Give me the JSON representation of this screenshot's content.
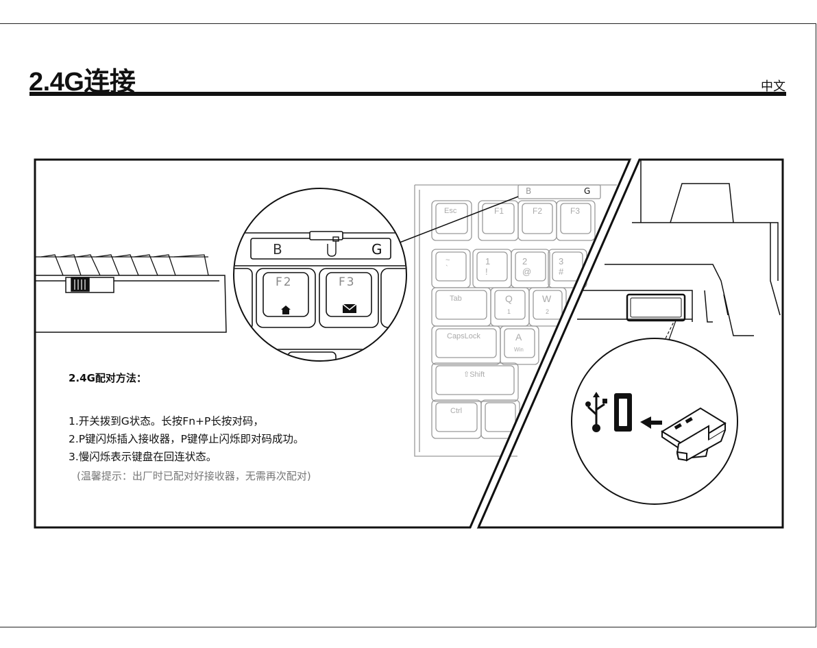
{
  "header": {
    "title": "2.4G连接",
    "language_label": "中文"
  },
  "instructions": {
    "heading": "2.4G配对方法：",
    "steps": [
      "1.开关拨到G状态。长按Fn+P长按对码，",
      "2.P键闪烁插入接收器，P键停止闪烁即对码成功。",
      "3.慢闪烁表示键盘在回连状态。"
    ],
    "tip": "(温馨提示：出厂时已配对好接收器，无需再次配对)"
  },
  "switch": {
    "left_mark": "B",
    "right_mark": "G",
    "center_icon": "usb-cable-icon"
  },
  "keyboard": {
    "row_fn": [
      {
        "label": "Esc",
        "icon": "lock-icon"
      },
      {
        "label": "F1",
        "icon": "monitor-icon"
      },
      {
        "label": "F2",
        "icon": "home-icon"
      },
      {
        "label": "F3",
        "icon": "mail-icon"
      }
    ],
    "row_num": [
      "~ `",
      "1 !",
      "2 @",
      "3 #"
    ],
    "row_tab": [
      {
        "label": "Tab",
        "icon": "windows-icon"
      },
      {
        "label": "Q",
        "sub": "1"
      },
      {
        "label": "W",
        "sub": "2"
      }
    ],
    "row_caps": [
      {
        "label": "CapsLock"
      },
      {
        "label": "A",
        "sub": "Win"
      }
    ],
    "row_shift": [
      "⇧Shift"
    ],
    "row_ctrl": [
      "Ctrl"
    ]
  },
  "zoom_keys": [
    {
      "label": "F2",
      "icon": "home-icon"
    },
    {
      "label": "F3",
      "icon": "mail-icon"
    }
  ],
  "receiver": {
    "usb_symbol": "usb-icon",
    "arrow": "arrow-left-icon",
    "dongle": "usb-dongle-icon"
  }
}
